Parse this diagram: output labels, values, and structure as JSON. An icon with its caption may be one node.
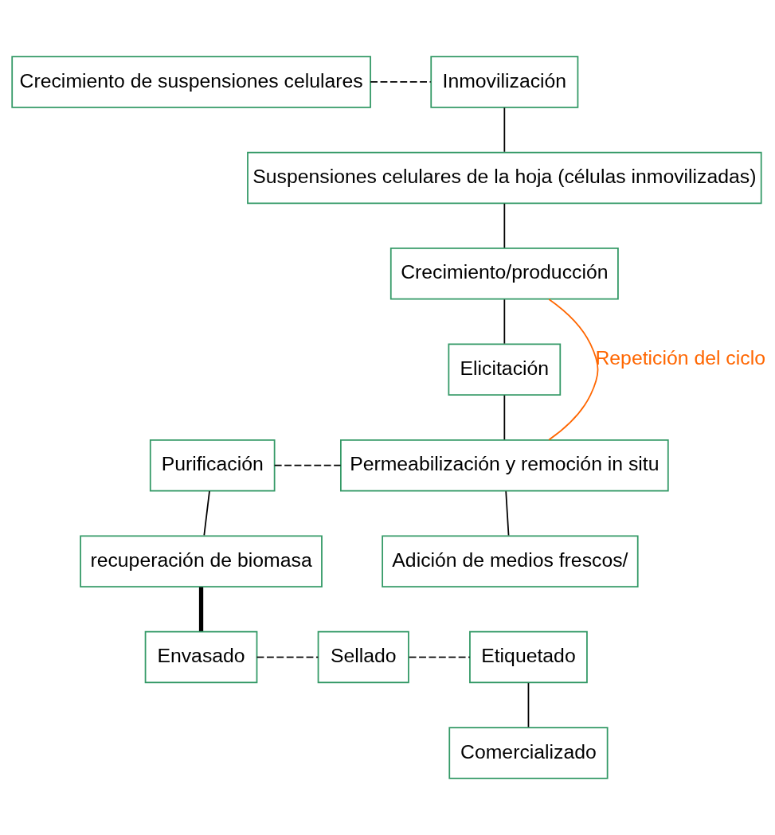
{
  "diagram": {
    "nodes": [
      {
        "text": [
          "Crecimiento de suspensiones celulares"
        ]
      },
      {
        "text": [
          "Inmovilización"
        ]
      },
      {
        "text": [
          "Suspensiones celulares de la hoja (células inmovilizadas)"
        ]
      },
      {
        "text": [
          "Crecimiento/producción"
        ]
      },
      {
        "text": [
          "Elicitación"
        ]
      },
      {
        "text": [
          "Purificación"
        ]
      },
      {
        "text": [
          "Permeabilización y remoción in situ"
        ]
      },
      {
        "text": [
          "Adición de medios frescos/"
        ]
      },
      {
        "text": [
          "recuperación de biomasa"
        ]
      },
      {
        "text": [
          "Envasado"
        ]
      },
      {
        "text": [
          "Sellado"
        ]
      },
      {
        "text": [
          "Etiquetado"
        ]
      },
      {
        "text": [
          "Comercializado"
        ]
      }
    ],
    "edges": [
      {
        "from": 0,
        "to": 1,
        "arrow": "none",
        "style": "dashed"
      },
      {
        "from": 1,
        "to": 2,
        "arrow": "none"
      },
      {
        "from": 2,
        "to": 3,
        "arrow": "none"
      },
      {
        "from": 3,
        "to": 4,
        "arrow": "none"
      },
      {
        "from": 4,
        "to": 6,
        "arrow": "none"
      },
      {
        "from": 5,
        "to": 6,
        "arrow": "none",
        "style": "dashed"
      },
      {
        "from": 6,
        "to": 7,
        "arrow": "none"
      },
      {
        "from": 6,
        "to": 3,
        "arrow": "none",
        "label": "Repetición del ciclo",
        "color": "#ff6600"
      },
      {
        "from": 5,
        "to": 8,
        "arrow": "none"
      },
      {
        "from": 8,
        "to": 9,
        "arrow": "none",
        "style": "thick"
      },
      {
        "from": 9,
        "to": 10,
        "arrow": "none",
        "style": "dashed"
      },
      {
        "from": 10,
        "to": 11,
        "arrow": "none",
        "style": "dashed"
      },
      {
        "from": 11,
        "to": 12,
        "arrow": "none"
      }
    ]
  }
}
